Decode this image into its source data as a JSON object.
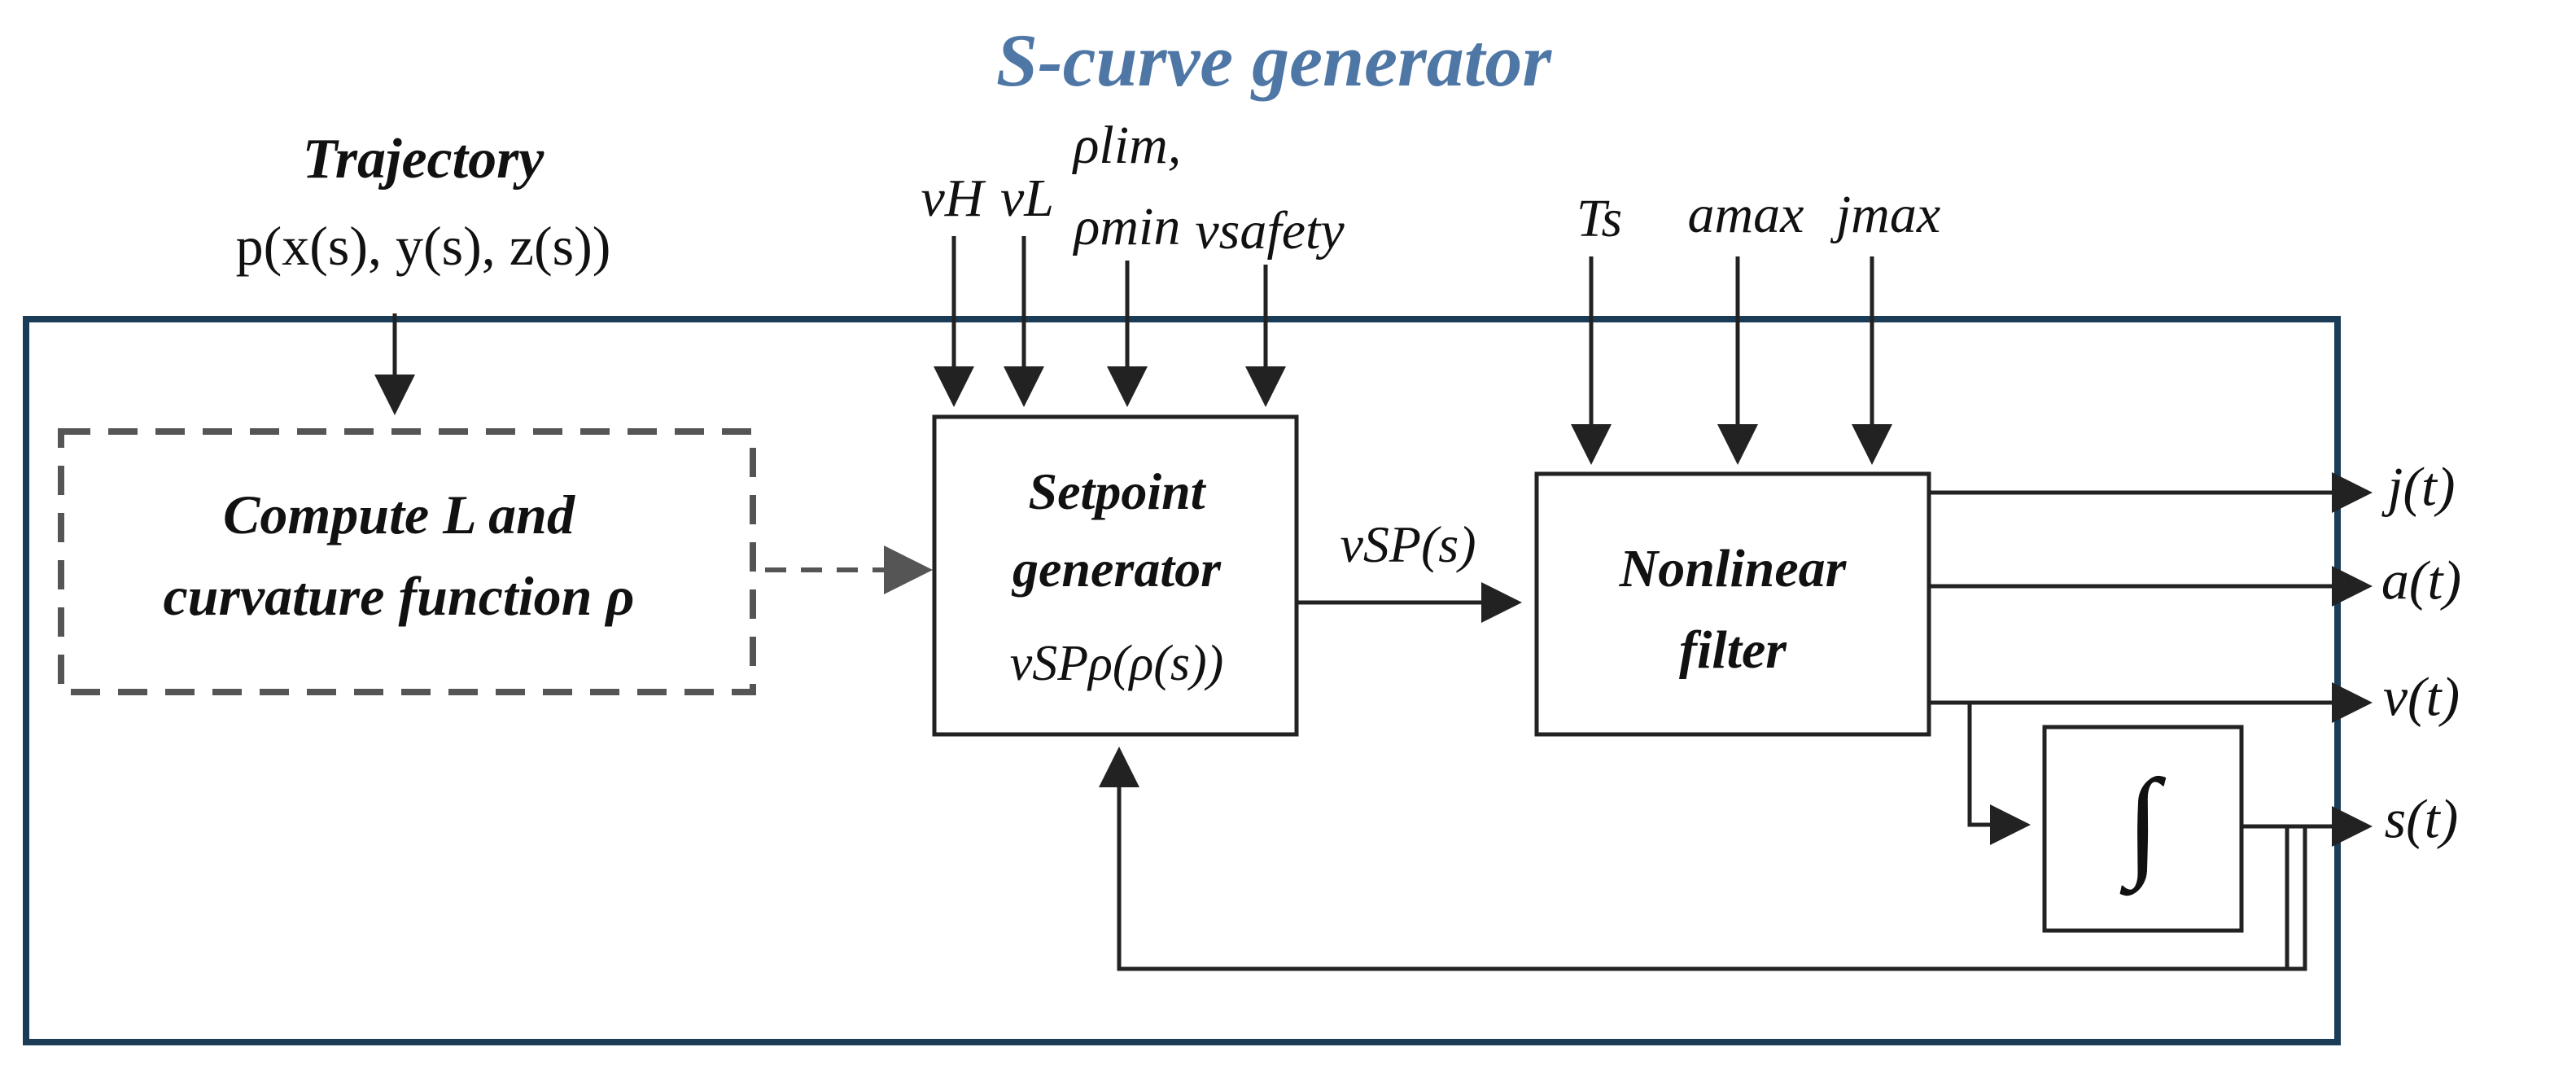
{
  "title": "S-curve generator",
  "colors": {
    "title": "#4e77a6",
    "frame": "#1a3c57",
    "line": "#222222",
    "dashed": "#555555"
  },
  "trajectory": {
    "label": "Trajectory",
    "expression": "p(x(s), y(s), z(s))"
  },
  "compute_block": {
    "line1": "Compute L and",
    "line2": "curvature function ρ"
  },
  "setpoint_block": {
    "line1": "Setpoint",
    "line2": "generator",
    "function": "vSPρ(ρ(s))"
  },
  "setpoint_inputs": {
    "vH": "vH",
    "vL": "vL",
    "rho_lim": "ρlim,",
    "rho_min": "ρmin",
    "v_safety": "vsafety"
  },
  "connection_label": "vSP(s)",
  "filter_block": {
    "line1": "Nonlinear",
    "line2": "filter"
  },
  "filter_inputs": {
    "Ts": "Ts",
    "amax": "amax",
    "jmax": "jmax"
  },
  "integrator_symbol": "∫",
  "outputs": [
    "j(t)",
    "a(t)",
    "v(t)",
    "s(t)"
  ]
}
